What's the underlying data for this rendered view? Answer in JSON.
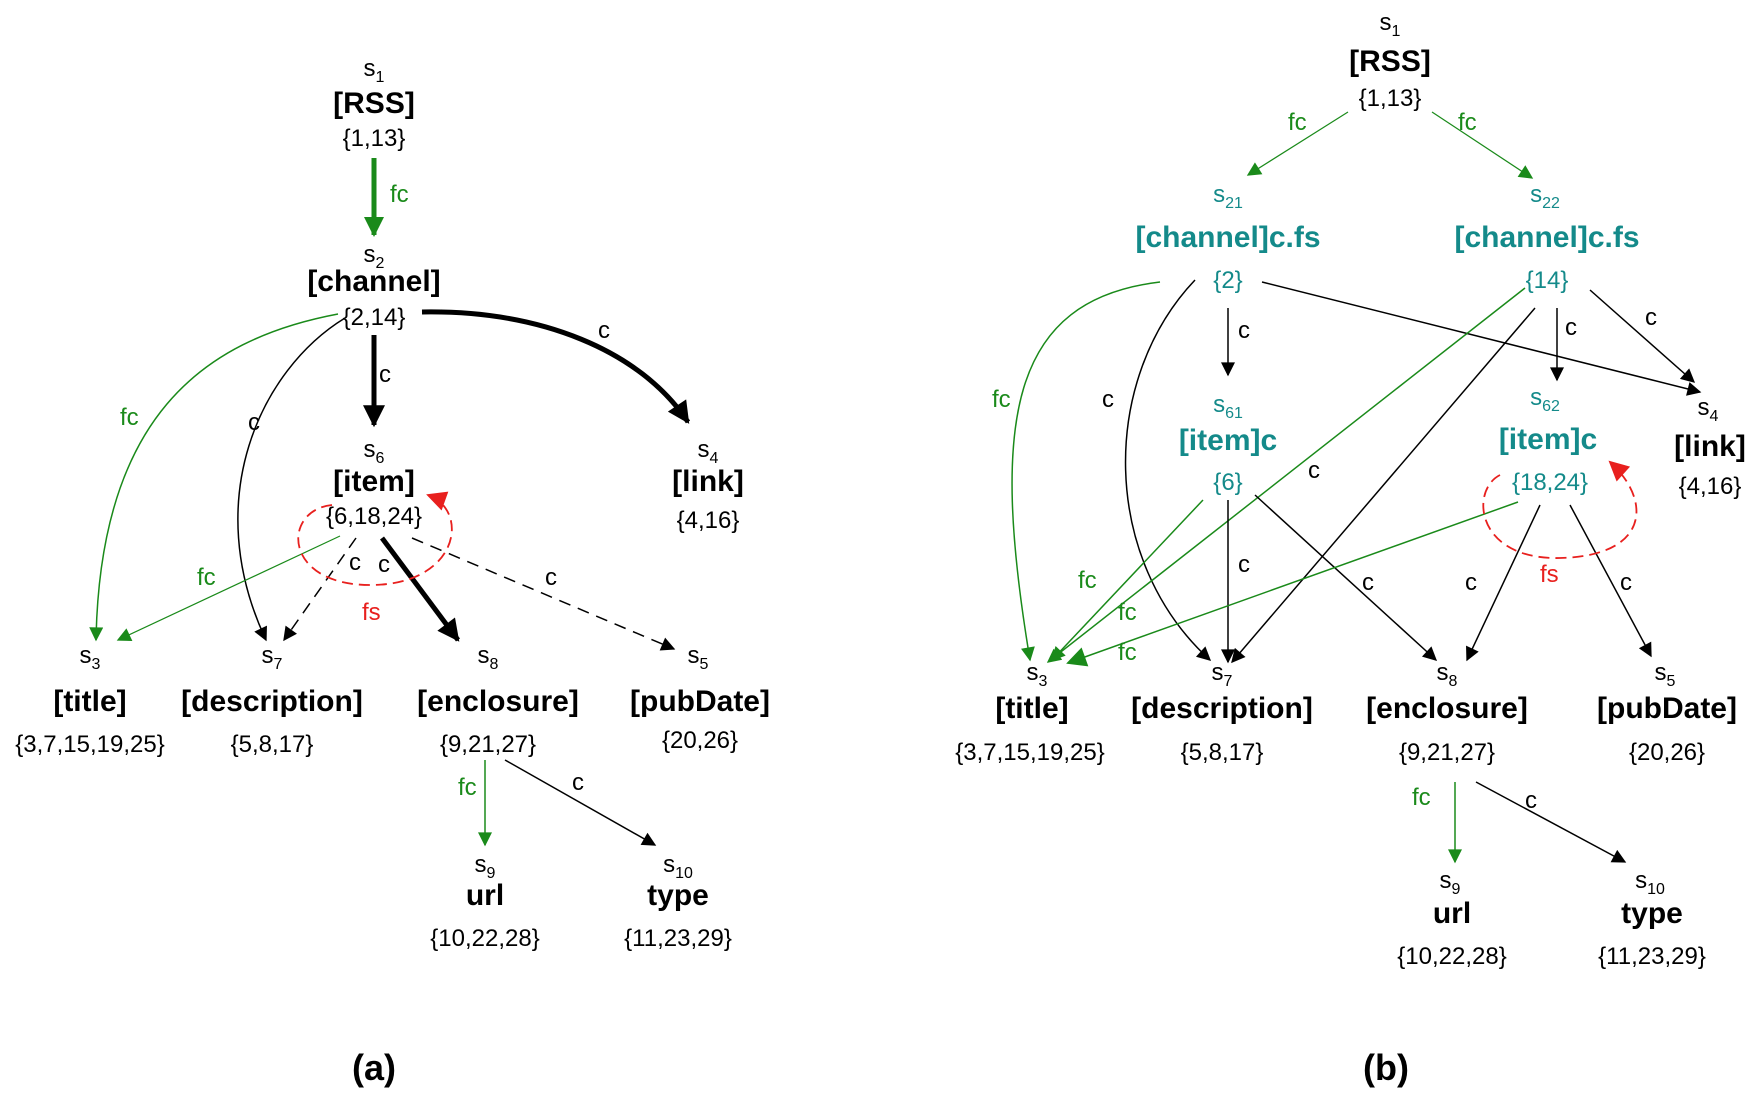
{
  "colors": {
    "black": "#000000",
    "green": "#1a8a1a",
    "teal": "#148a8a",
    "red": "#e8201e"
  },
  "panel_a": {
    "caption": "(a)",
    "nodes": {
      "s1": {
        "sub": "1",
        "label": "[RSS]",
        "set": "{1,13}"
      },
      "s2": {
        "sub": "2",
        "label": "[channel]",
        "set": "{2,14}"
      },
      "s6": {
        "sub": "6",
        "label": "[item]",
        "set": "{6,18,24}"
      },
      "s4": {
        "sub": "4",
        "label": "[link]",
        "set": "{4,16}"
      },
      "s3": {
        "sub": "3",
        "label": "[title]",
        "set": "{3,7,15,19,25}"
      },
      "s7": {
        "sub": "7",
        "label": "[description]",
        "set": "{5,8,17}"
      },
      "s8": {
        "sub": "8",
        "label": "[enclosure]",
        "set": "{9,21,27}"
      },
      "s5": {
        "sub": "5",
        "label": "[pubDate]",
        "set": "{20,26}"
      },
      "s9": {
        "sub": "9",
        "label": "url",
        "set": "{10,22,28}"
      },
      "s10": {
        "sub": "10",
        "label": "type",
        "set": "{11,23,29}"
      }
    },
    "edge_labels": {
      "s1_s2": "fc",
      "s2_s3": "fc",
      "s2_s7": "c",
      "s2_s6": "c",
      "s2_s4": "c",
      "s6_s3": "fc",
      "s6_s7": "c",
      "s6_s8": "c",
      "s6_s5": "c",
      "s6_loop": "fs",
      "s8_s9": "fc",
      "s8_s10": "c"
    }
  },
  "panel_b": {
    "caption": "(b)",
    "nodes": {
      "s1": {
        "sub": "1",
        "label": "[RSS]",
        "set": "{1,13}"
      },
      "s21": {
        "sub": "21",
        "label": "[channel]c.fs",
        "set": "{2}"
      },
      "s22": {
        "sub": "22",
        "label": "[channel]c.fs",
        "set": "{14}"
      },
      "s61": {
        "sub": "61",
        "label": "[item]c",
        "set": "{6}"
      },
      "s62": {
        "sub": "62",
        "label": "[item]c",
        "set": "{18,24}"
      },
      "s4": {
        "sub": "4",
        "label": "[link]",
        "set": "{4,16}"
      },
      "s3": {
        "sub": "3",
        "label": "[title]",
        "set": "{3,7,15,19,25}"
      },
      "s7": {
        "sub": "7",
        "label": "[description]",
        "set": "{5,8,17}"
      },
      "s8": {
        "sub": "8",
        "label": "[enclosure]",
        "set": "{9,21,27}"
      },
      "s5": {
        "sub": "5",
        "label": "[pubDate]",
        "set": "{20,26}"
      },
      "s9": {
        "sub": "9",
        "label": "url",
        "set": "{10,22,28}"
      },
      "s10": {
        "sub": "10",
        "label": "type",
        "set": "{11,23,29}"
      }
    },
    "edge_labels": {
      "s1_s21": "fc",
      "s1_s22": "fc",
      "s21_s3": "fc",
      "s21_s7": "c",
      "s21_s61": "c",
      "s22_s61c": "c",
      "s22_s62": "c",
      "s22_s4": "c",
      "s61_s7": "c",
      "s61_s8": "c",
      "s61_s3": "fc",
      "s22_s3": "fc",
      "s62_s3": "fc",
      "s62_s8": "c",
      "s62_s5": "c",
      "s62_loop": "fs",
      "s8_s9": "fc",
      "s8_s10": "c"
    }
  }
}
